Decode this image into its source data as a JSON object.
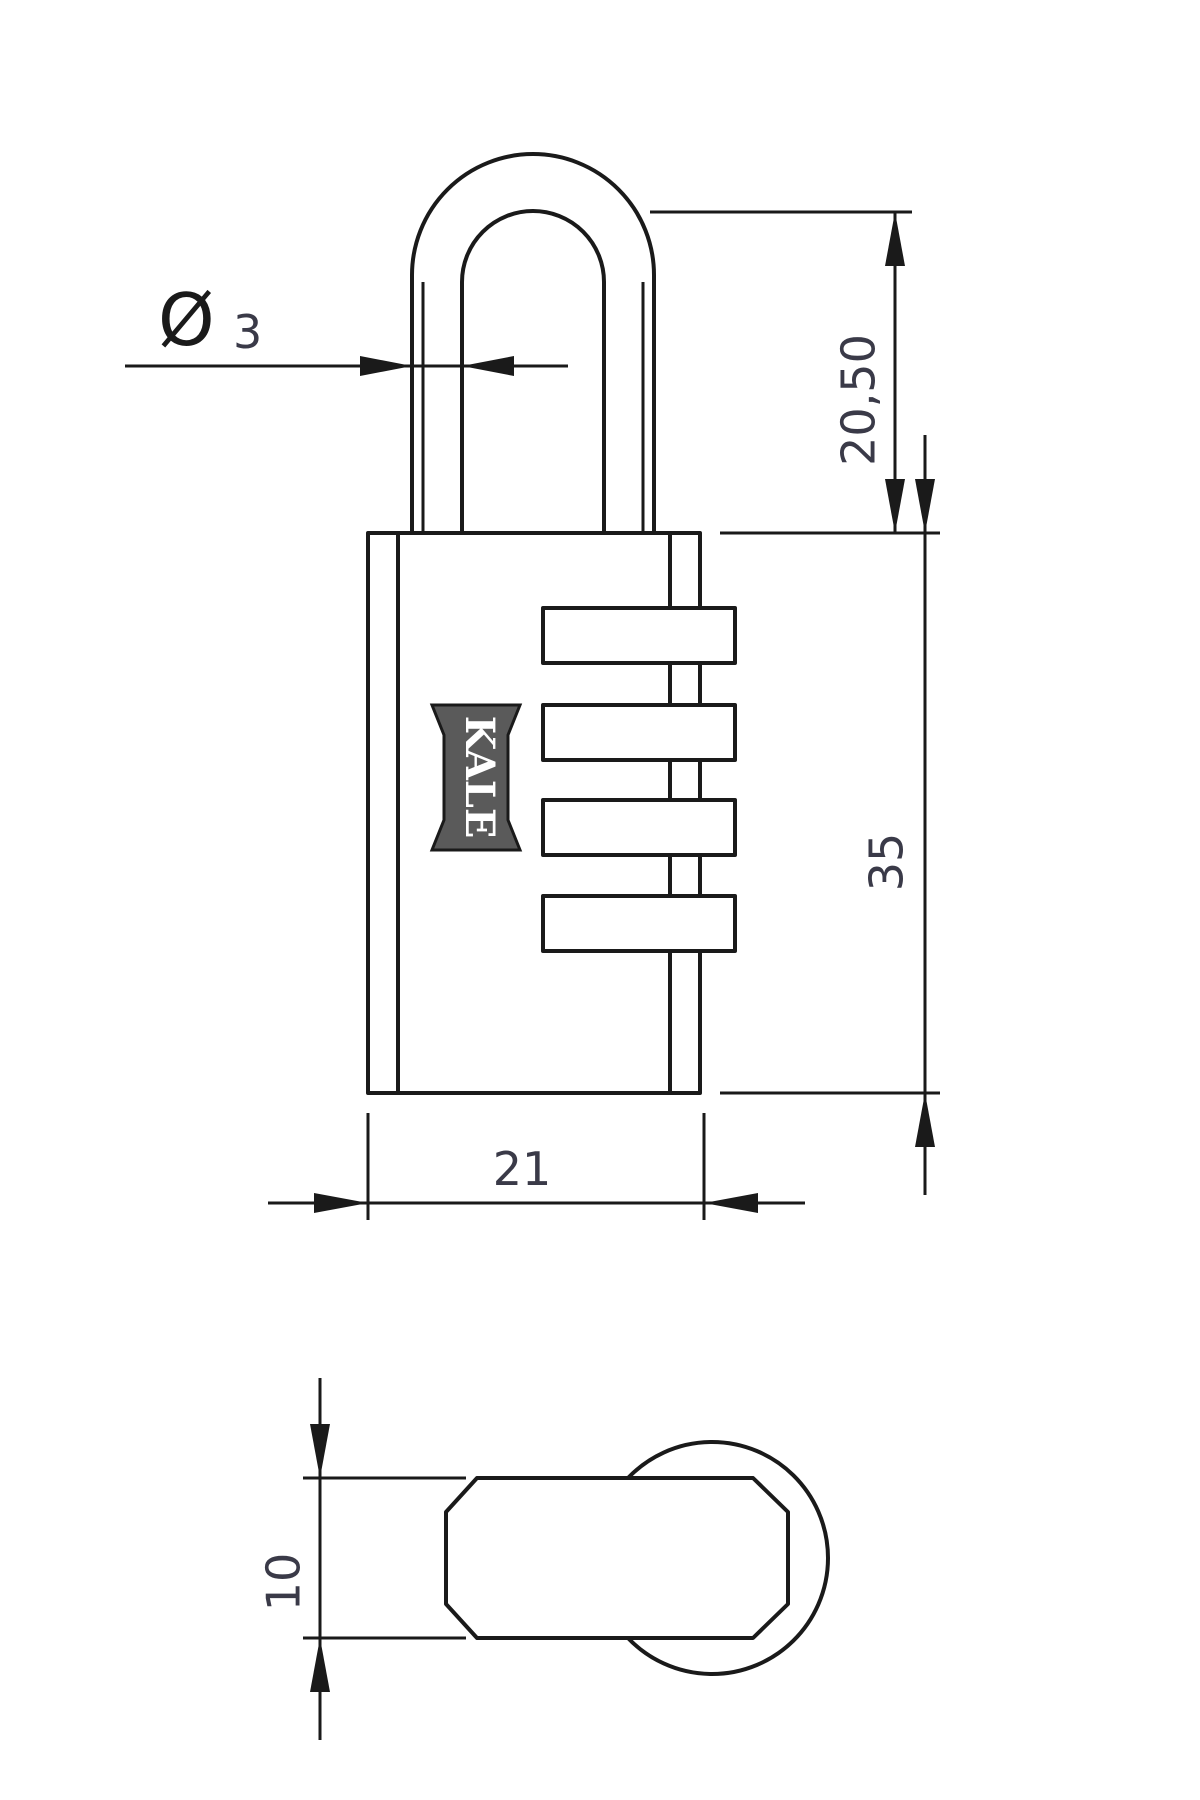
{
  "dimensions": {
    "shackle_diameter_symbol": "Ø",
    "shackle_diameter": "3",
    "shackle_clearance": "20,50",
    "body_height": "35",
    "body_width": "21",
    "body_depth": "10"
  },
  "brand": {
    "logo_text": "KALE"
  }
}
